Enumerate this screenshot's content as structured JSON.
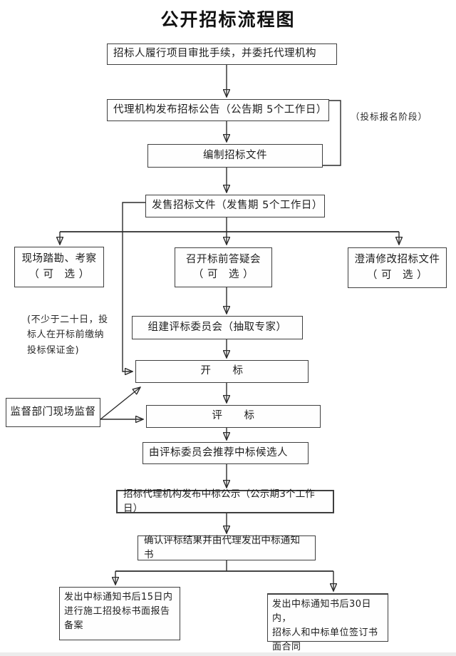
{
  "title": "公开招标流程图",
  "nodes": {
    "approval": "招标人履行项目审批手续，并委托代理机构",
    "announcement": "代理机构发布招标公告（公告期 5个工作日）",
    "prepare_docs": "编制招标文件",
    "sell_docs": "发售招标文件（发售期 5个工作日）",
    "site_visit": [
      "现场踏勘、考察",
      "（ 可　选 ）"
    ],
    "qa_meeting": [
      "召开标前答疑会",
      "（ 可　选 ）"
    ],
    "clarify_docs": [
      "澄清修改招标文件",
      "（ 可　选 ）"
    ],
    "committee": "组建评标委员会（抽取专家）",
    "bid_opening": "开　　标",
    "supervision": "监督部门现场监督",
    "bid_evaluation": "评　　标",
    "recommend": "由评标委员会推荐中标候选人",
    "publicity": "招标代理机构发布中标公示（公示期3个工作日）",
    "confirm_notice": "确认评标结果并由代理发出中标通知书",
    "filing": [
      "发出中标通知书后15日内",
      "进行施工招投标书面报告",
      "备案"
    ],
    "contract": [
      "发出中标通知书后30日内，",
      "招标人和中标单位签订书",
      "面合同"
    ]
  },
  "annotations": {
    "stage_note": "（投标报名阶段）",
    "deposit_note": [
      "(不少于二十日，投",
      "标人在开标前缴纳",
      "投标保证金)"
    ]
  },
  "colors": {
    "line": "#2c2c2c",
    "box_border": "#3f3f3f",
    "text": "#1d1d1d",
    "background": "#ffffff"
  }
}
